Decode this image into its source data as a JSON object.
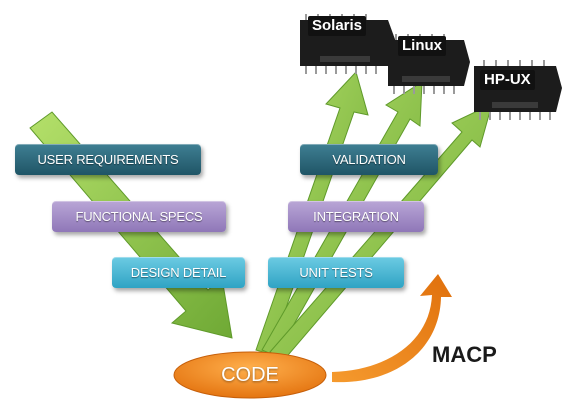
{
  "left_stages": [
    {
      "label": "USER REQUIREMENTS",
      "color": "#2a6475"
    },
    {
      "label": "FUNCTIONAL SPECS",
      "color": "#a390c8"
    },
    {
      "label": "DESIGN DETAIL",
      "color": "#45b5d5"
    }
  ],
  "right_stages": [
    {
      "label": "VALIDATION",
      "color": "#2a6475"
    },
    {
      "label": "INTEGRATION",
      "color": "#a390c8"
    },
    {
      "label": "UNIT TESTS",
      "color": "#45b5d5"
    }
  ],
  "center": {
    "label": "CODE",
    "color": "#f28a1c"
  },
  "loop": {
    "label": "MACP",
    "color": "#f28a1c"
  },
  "platforms": [
    {
      "label": "Solaris",
      "icon": "chip-icon"
    },
    {
      "label": "Linux",
      "icon": "chip-icon"
    },
    {
      "label": "HP-UX",
      "icon": "chip-icon"
    }
  ],
  "colors": {
    "arrow": "#8cc63e",
    "arrow_dark": "#5a9a2a",
    "chip": "#111111"
  }
}
